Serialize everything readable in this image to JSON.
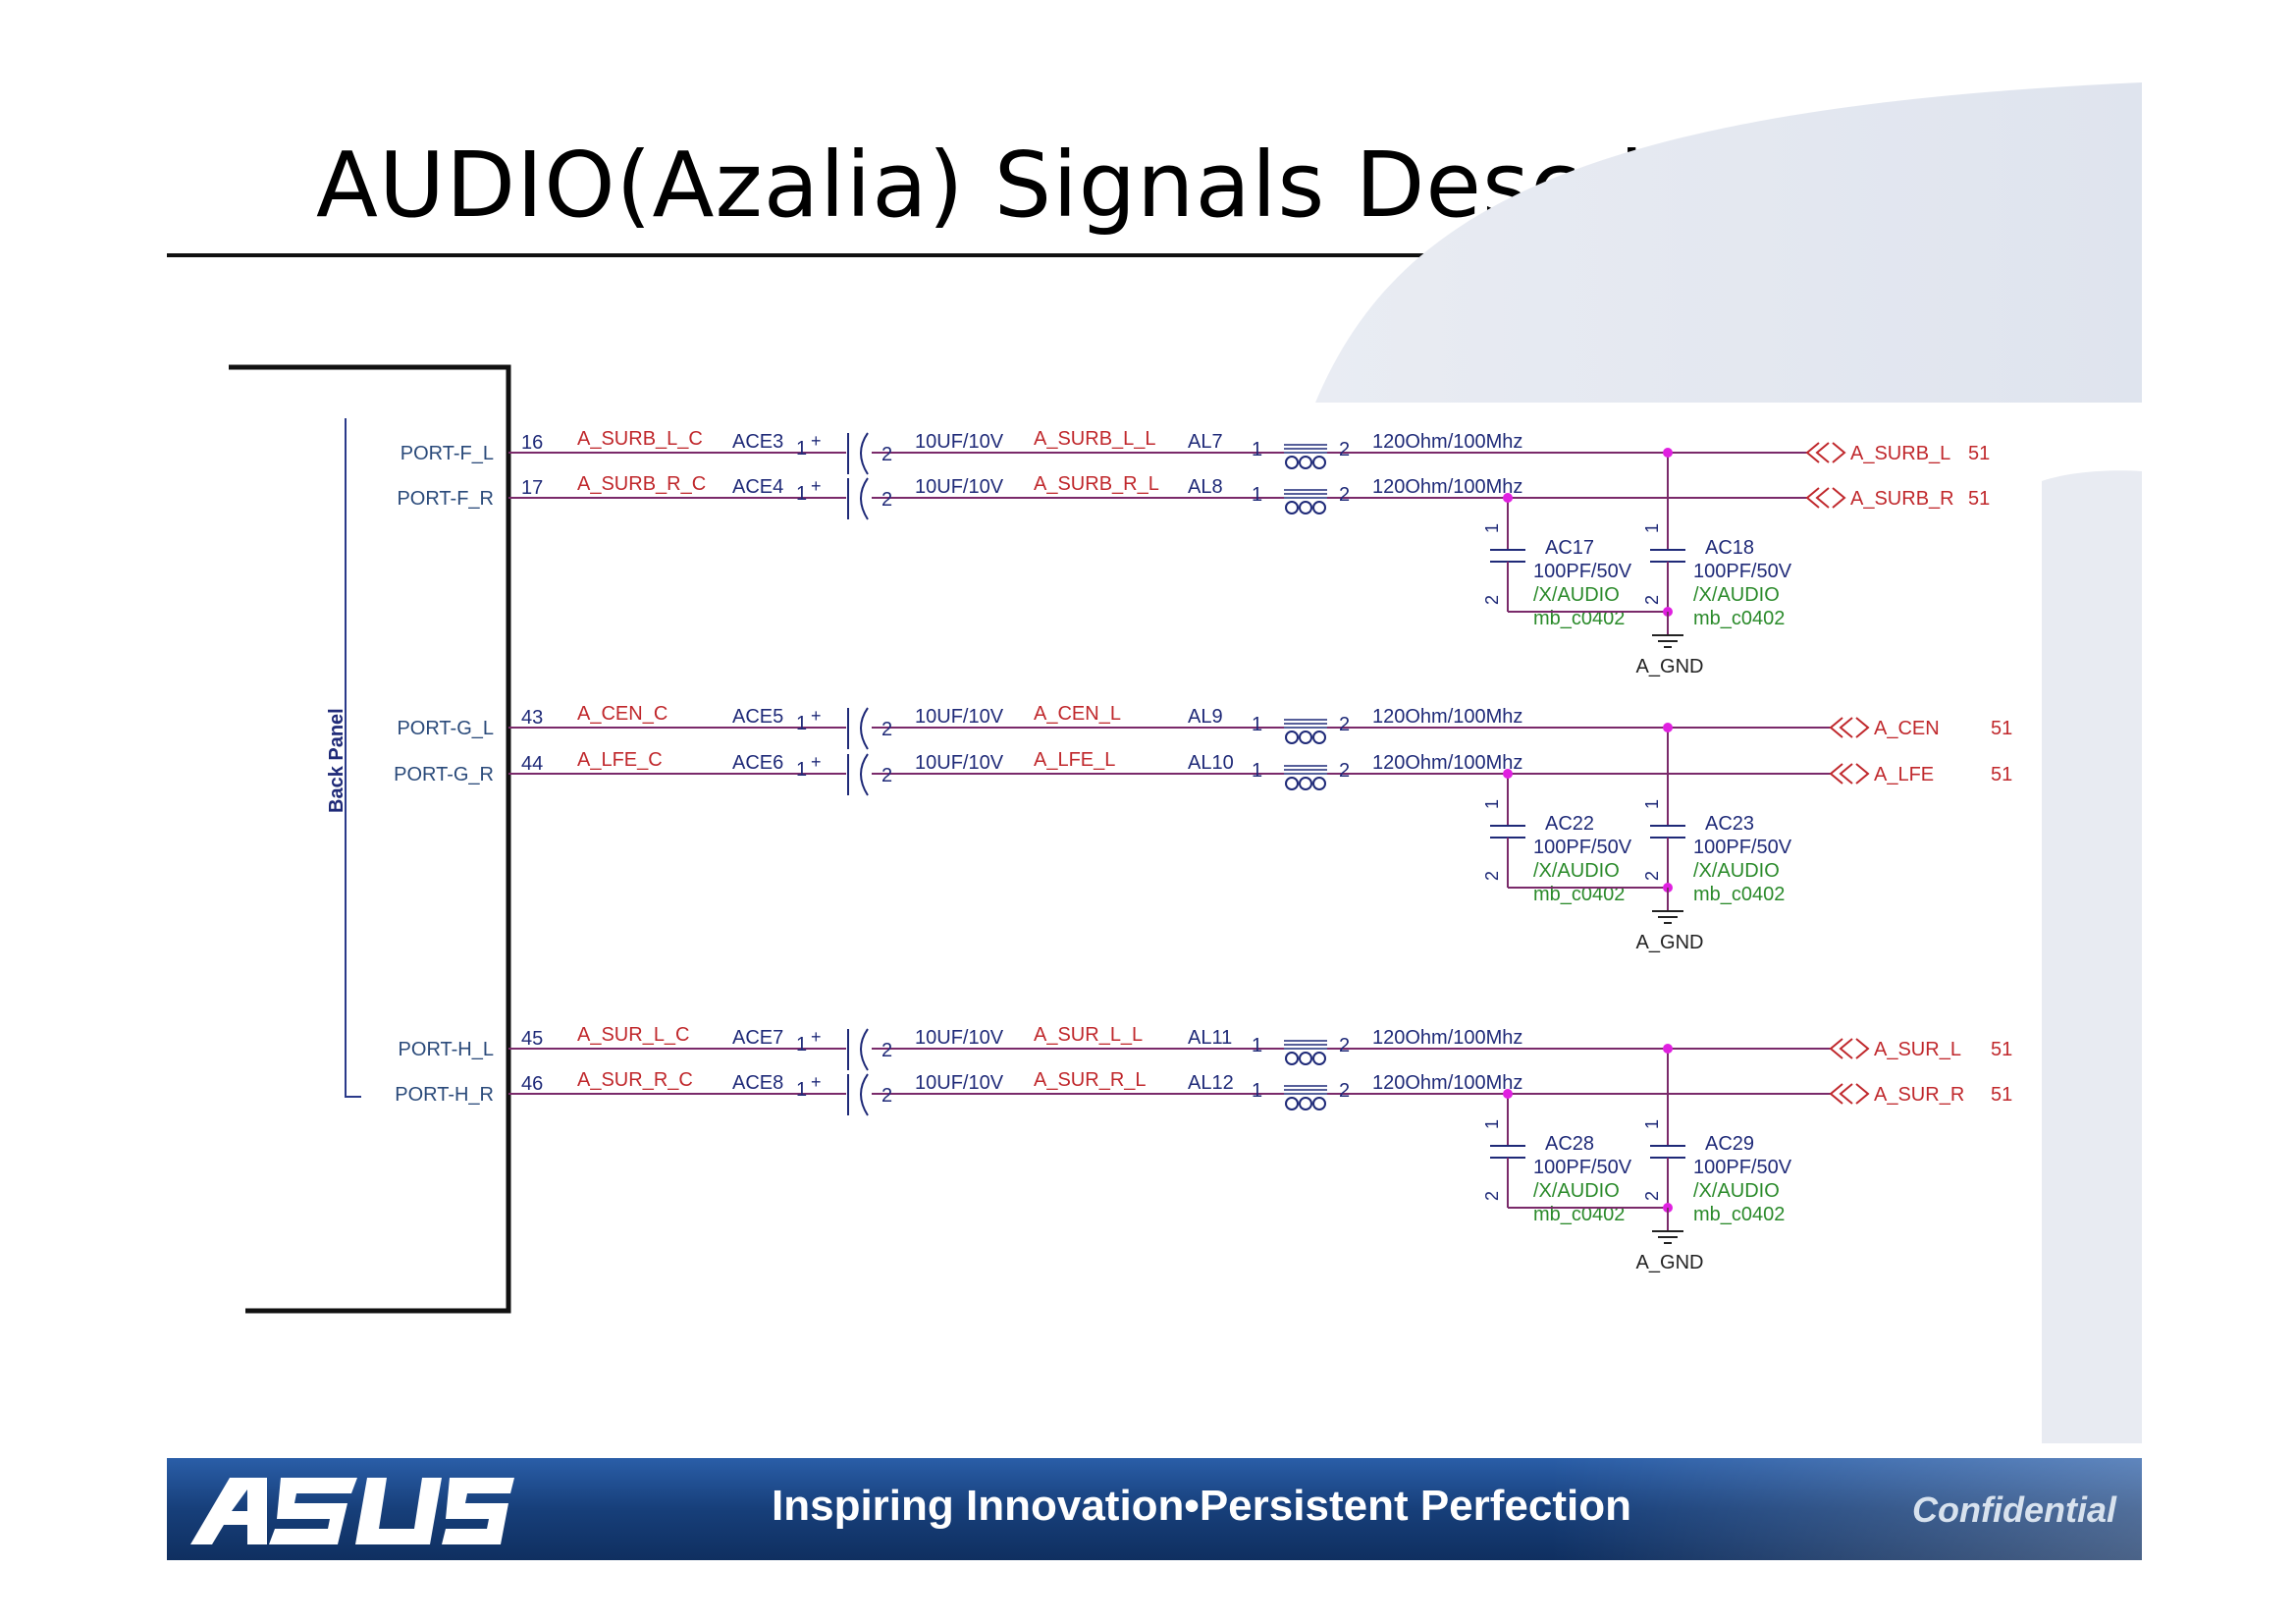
{
  "slide": {
    "title": "AUDIO(Azalia) Signals Description"
  },
  "footer": {
    "logo_text": "ASUS",
    "tagline": "Inspiring Innovation•Persistent Perfection",
    "confidential": "Confidential"
  },
  "connector": {
    "label": "Back Panel",
    "ports": [
      "PORT-F_L",
      "PORT-F_R",
      "PORT-G_L",
      "PORT-G_R",
      "PORT-H_L",
      "PORT-H_R"
    ]
  },
  "channels": [
    {
      "pin": "16",
      "net_in": "A_SURB_L_C",
      "cap": "ACE3",
      "cap_value": "10UF/10V",
      "net_mid": "A_SURB_L_L",
      "bead": "AL7",
      "bead_value": "120Ohm/100Mhz",
      "net_out": "A_SURB_L",
      "page": "51"
    },
    {
      "pin": "17",
      "net_in": "A_SURB_R_C",
      "cap": "ACE4",
      "cap_value": "10UF/10V",
      "net_mid": "A_SURB_R_L",
      "bead": "AL8",
      "bead_value": "120Ohm/100Mhz",
      "net_out": "A_SURB_R",
      "page": "51"
    },
    {
      "pin": "43",
      "net_in": "A_CEN_C",
      "cap": "ACE5",
      "cap_value": "10UF/10V",
      "net_mid": "A_CEN_L",
      "bead": "AL9",
      "bead_value": "120Ohm/100Mhz",
      "net_out": "A_CEN",
      "page": "51"
    },
    {
      "pin": "44",
      "net_in": "A_LFE_C",
      "cap": "ACE6",
      "cap_value": "10UF/10V",
      "net_mid": "A_LFE_L",
      "bead": "AL10",
      "bead_value": "120Ohm/100Mhz",
      "net_out": "A_LFE",
      "page": "51"
    },
    {
      "pin": "45",
      "net_in": "A_SUR_L_C",
      "cap": "ACE7",
      "cap_value": "10UF/10V",
      "net_mid": "A_SUR_L_L",
      "bead": "AL11",
      "bead_value": "120Ohm/100Mhz",
      "net_out": "A_SUR_L",
      "page": "51"
    },
    {
      "pin": "46",
      "net_in": "A_SUR_R_C",
      "cap": "ACE8",
      "cap_value": "10UF/10V",
      "net_mid": "A_SUR_R_L",
      "bead": "AL12",
      "bead_value": "120Ohm/100Mhz",
      "net_out": "A_SUR_R",
      "page": "51"
    }
  ],
  "pin_numbers": {
    "cap_plus_pin": "1",
    "cap_minus_pin": "2",
    "bead_pin_1": "1",
    "bead_pin_2": "2",
    "plus_sign": "+"
  },
  "filter_caps": [
    {
      "ref": "AC17",
      "value": "100PF/50V",
      "variant": "/X/AUDIO",
      "footprint": "mb_c0402"
    },
    {
      "ref": "AC18",
      "value": "100PF/50V",
      "variant": "/X/AUDIO",
      "footprint": "mb_c0402"
    },
    {
      "ref": "AC22",
      "value": "100PF/50V",
      "variant": "/X/AUDIO",
      "footprint": "mb_c0402"
    },
    {
      "ref": "AC23",
      "value": "100PF/50V",
      "variant": "/X/AUDIO",
      "footprint": "mb_c0402"
    },
    {
      "ref": "AC28",
      "value": "100PF/50V",
      "variant": "/X/AUDIO",
      "footprint": "mb_c0402"
    },
    {
      "ref": "AC29",
      "value": "100PF/50V",
      "variant": "/X/AUDIO",
      "footprint": "mb_c0402"
    }
  ],
  "ground_label": "A_GND",
  "colors": {
    "wire": "#7a2a6a",
    "net_label": "#c0282c",
    "component": "#1f2a78",
    "port_label": "#2a4a7a",
    "footprint": "#2a8a2a",
    "junction": "#e020e0",
    "footer_blue": "#173f7a"
  }
}
